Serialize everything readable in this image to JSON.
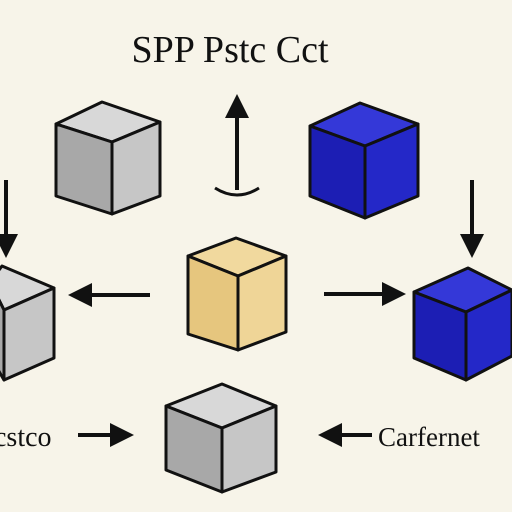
{
  "diagram": {
    "title": "SPP Pstc Cct",
    "label_left": "cstco",
    "label_right": "Carfernet"
  },
  "colors": {
    "background": "#f7f4e9",
    "outline": "#111111",
    "gray_top": "#d8d8d8",
    "gray_left": "#a8a8a8",
    "gray_right": "#c6c6c6",
    "blue_top": "#3438d8",
    "blue_left": "#1c1eb4",
    "blue_right": "#2428c8",
    "tan_top": "#f1d99e",
    "tan_left": "#e6c67e",
    "tan_right": "#efd597"
  }
}
